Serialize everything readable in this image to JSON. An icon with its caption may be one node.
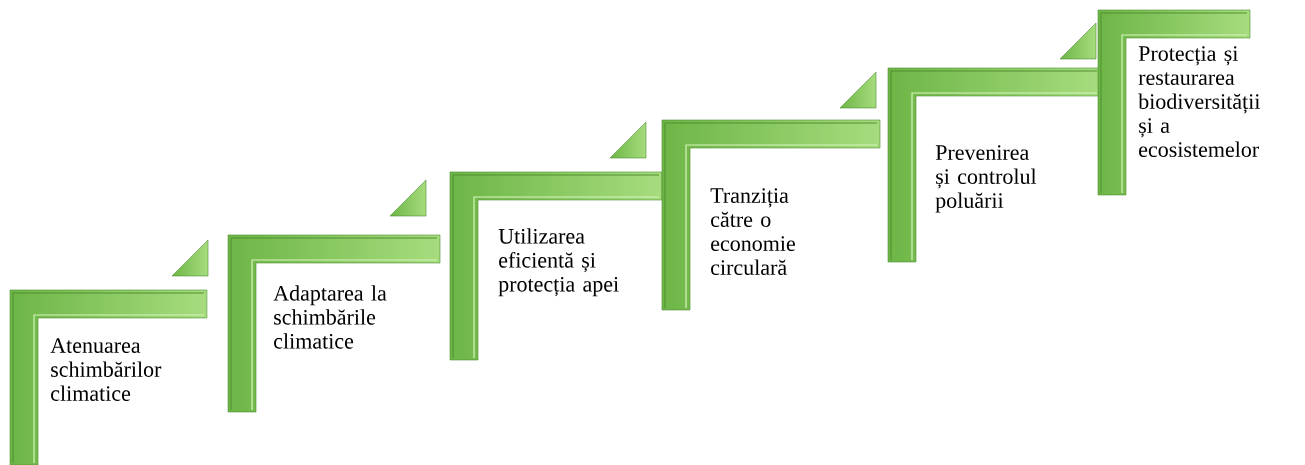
{
  "diagram": {
    "nodes": [
      {
        "text": [
          "Atenuarea schimbărilor climatice"
        ]
      },
      {
        "text": [
          "Adaptarea la schimbările climatice"
        ]
      },
      {
        "text": [
          "Utilizarea eficientă și protecția apei"
        ]
      },
      {
        "text": [
          "Tranziția către o economie circulară"
        ]
      },
      {
        "text": [
          "Prevenirea și controlul poluării"
        ]
      },
      {
        "text": [
          "Protecția și restaurarea biodiversității și a ecosistemelor"
        ]
      }
    ]
  }
}
